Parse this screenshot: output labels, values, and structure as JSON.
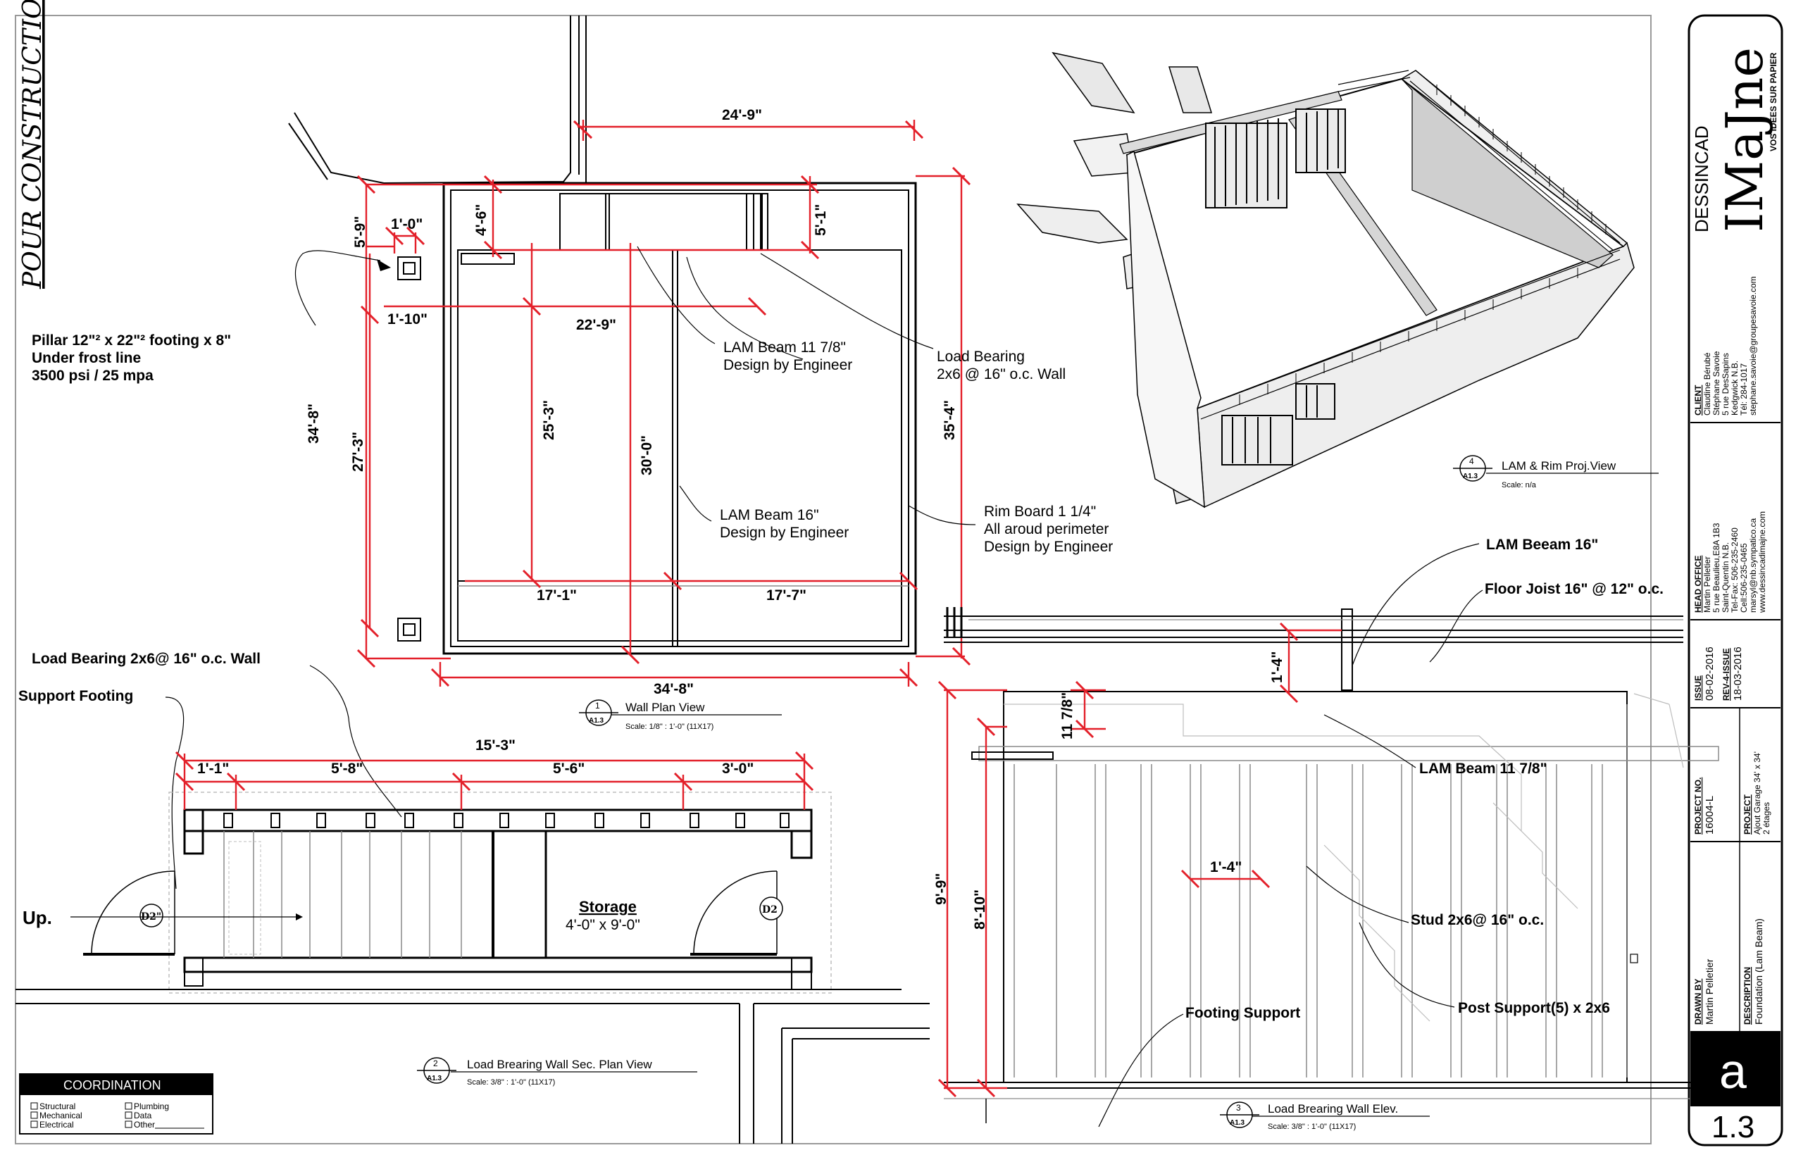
{
  "sheet": {
    "pour_label": "POUR CONSTRUCTION",
    "coordination": {
      "title": "COORDINATION",
      "items": [
        "Structural",
        "Mechanical",
        "Electrical",
        "Plumbing",
        "Data",
        "Other"
      ]
    }
  },
  "view1": {
    "title": "Wall Plan View",
    "number": "1",
    "ref": "A1.3",
    "scale": "Scale:  1/8\" : 1'-0\" (11X17)",
    "dims": {
      "top": "24'-9\"",
      "d_4_6": "4'-6\"",
      "d_5_1": "5'-1\"",
      "d_5_9": "5'-9\"",
      "d_1_0": "1'-0\"",
      "d_1_10": "1'-10\"",
      "d_22_9": "22'-9\"",
      "d_25_3": "25'-3\"",
      "d_30_0": "30'-0\"",
      "d_34_8_v": "34'-8\"",
      "d_27_3": "27'-3\"",
      "d_35_4": "35'-4\"",
      "d_17_1": "17'-1\"",
      "d_17_7": "17'-7\"",
      "d_34_8_h": "34'-8\""
    },
    "notes": {
      "pillar_1": "Pillar 12\"² x 22\"² footing x 8\"",
      "pillar_2": "Under frost line",
      "pillar_3": "3500 psi / 25 mpa",
      "lam1_1": "LAM Beam 11 7/8\"",
      "lam1_2": "Design by Engineer",
      "lb_1": "Load Bearing",
      "lb_2": "2x6 @ 16\" o.c. Wall",
      "lam2_1": "LAM Beam 16\"",
      "lam2_2": "Design by Engineer",
      "rim_1": "Rim Board 1 1/4\"",
      "rim_2": "All aroud perimeter",
      "rim_3": "Design by Engineer",
      "lbw": "Load Bearing 2x6@ 16\" o.c. Wall",
      "support_footing": "Support Footing"
    }
  },
  "view2": {
    "title": "Load Brearing Wall Sec. Plan View",
    "number": "2",
    "ref": "A1.3",
    "scale": "Scale:  3/8\" : 1'-0\" (11X17)",
    "dims": {
      "total": "15'-3\"",
      "a": "1'-1\"",
      "b": "5'-8\"",
      "c": "5'-6\"",
      "d": "3'-0\""
    },
    "storage_title": "Storage",
    "storage_size": "4'-0\" x 9'-0\"",
    "up": "Up.",
    "door_left": "D2\"",
    "door_right": "D2"
  },
  "view3": {
    "title": "Load Brearing Wall Elev.",
    "number": "3",
    "ref": "A1.3",
    "scale": "Scale:  3/8\" : 1'-0\" (11X17)",
    "dims": {
      "d_1_4_top": "1'-4\"",
      "d_11_78": "11 7/8\"",
      "d_9_9": "9'-9\"",
      "d_8_10": "8'-10\"",
      "d_1_4_mid": "1'-4\""
    },
    "notes": {
      "lam16": "LAM Beeam 16\"",
      "joist": "Floor Joist 16\" @ 12\" o.c.",
      "lam1178": "LAM Beam 11 7/8\"",
      "stud": "Stud 2x6@ 16\" o.c.",
      "post": "Post Support(5) x 2x6",
      "footing": "Footing Support"
    }
  },
  "view4": {
    "title": "LAM & Rim Proj.View",
    "number": "4",
    "ref": "A1.3",
    "scale": "Scale:  n/a"
  },
  "titleblock": {
    "brand_small": "DESSINCAD",
    "brand": "IMaJne",
    "tagline": "VOS IDÉES SUR PAPIER",
    "client_label": "CLIENT",
    "client_lines": [
      "Claudine Bérubé",
      "Stéphane Savoie",
      "5 rue DesSapins",
      "Kedgwick N.B.",
      "Tél: 284-1017",
      "stephane.savoie@groupesavoie.com"
    ],
    "head_label": "HEAD OFFICE",
    "head_lines": [
      "Martin Pelletier",
      "5 rue Beaulieu,E8A 1B3",
      "Saint-Quentin N.B.",
      "Tel-Fax: 506-235-2460",
      "Cell:506-235-0465",
      "marsyl@nb.sympatico.ca",
      "www.dessincadimajne.com"
    ],
    "issue_label": "ISSUE",
    "issue_date": "08-02-2016",
    "rev_label": "REV-4-ISSUE",
    "rev_date": "18-03-2016",
    "project_no_label": "PROJECT NO.",
    "project_no": "16004-L",
    "project_label": "PROJECT",
    "project_lines": [
      "Ajout Garage 34' x 34'",
      "2 étages"
    ],
    "drawn_label": "DRAWN BY",
    "drawn_by": "Martin Pelletier",
    "desc_label": "DESCRIPTION",
    "desc": "Foundation (Lam Beam)",
    "sheet_letter": "a",
    "sheet_no": "1.3"
  }
}
